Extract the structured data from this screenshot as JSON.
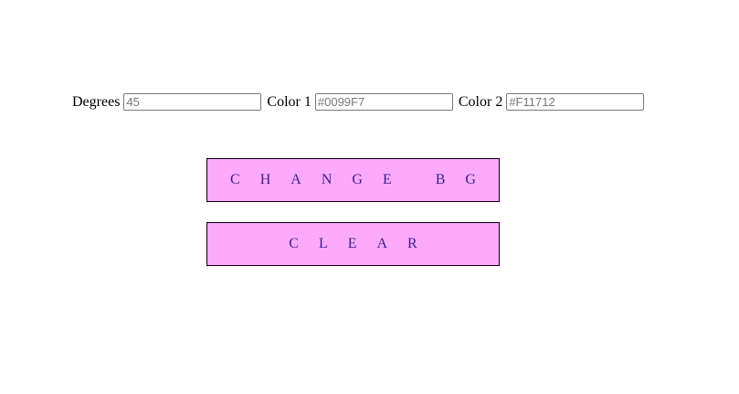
{
  "form": {
    "degrees_label": "Degrees",
    "degrees_placeholder": "45",
    "color1_label": "Color 1",
    "color1_placeholder": "#0099F7",
    "color2_label": "Color 2",
    "color2_placeholder": "#F11712"
  },
  "buttons": {
    "change_bg_label": "CHANGE BG",
    "clear_label": "CLEAR"
  },
  "colors": {
    "button_background": "#fdaafd",
    "button_text": "#3a1f8a"
  }
}
